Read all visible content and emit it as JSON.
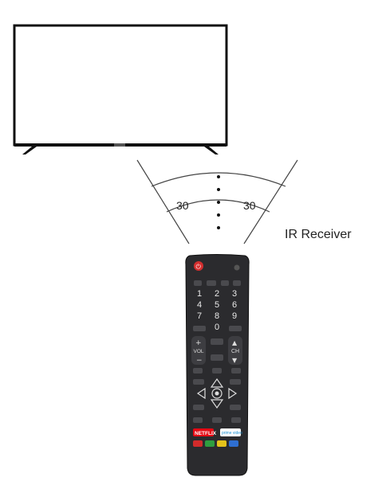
{
  "diagram": {
    "angle_left": "30",
    "angle_right": "30",
    "ir_label": "IR Receiver"
  },
  "remote": {
    "number_keys": [
      "1",
      "2",
      "3",
      "4",
      "5",
      "6",
      "7",
      "8",
      "9",
      "0"
    ],
    "vol_label": "VOL",
    "ch_label": "CH",
    "netflix_label": "NETFLIX",
    "prime_label": "prime video",
    "color_keys": [
      "#d22b2b",
      "#2e9e3f",
      "#e3c21b",
      "#2f6fd1"
    ],
    "power_color": "#d32f2f"
  }
}
